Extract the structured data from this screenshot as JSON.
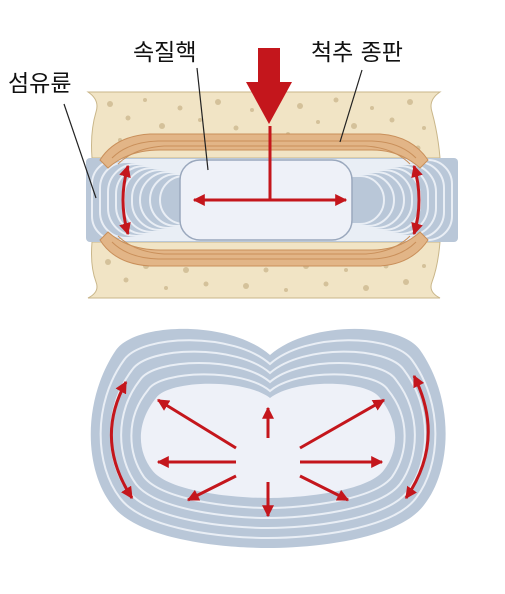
{
  "labels": {
    "annulus_fibrosus": "섬유륜",
    "nucleus_pulposus": "속질핵",
    "vertebral_endplate": "척추 종판"
  },
  "colors": {
    "arrow_red": "#c4161c",
    "bone": "#f1e4c5",
    "bone_speckle": "#d4c19a",
    "endplate": "#e2b587",
    "endplate_line": "#c98f5a",
    "annulus": "#b9c7d8",
    "annulus_ring": "#e9eef5",
    "nucleus": "#eef1f8"
  },
  "icons": {
    "compression_arrow": "down-arrow-icon",
    "pressure_arrows": "double-headed-arrow-icon"
  }
}
